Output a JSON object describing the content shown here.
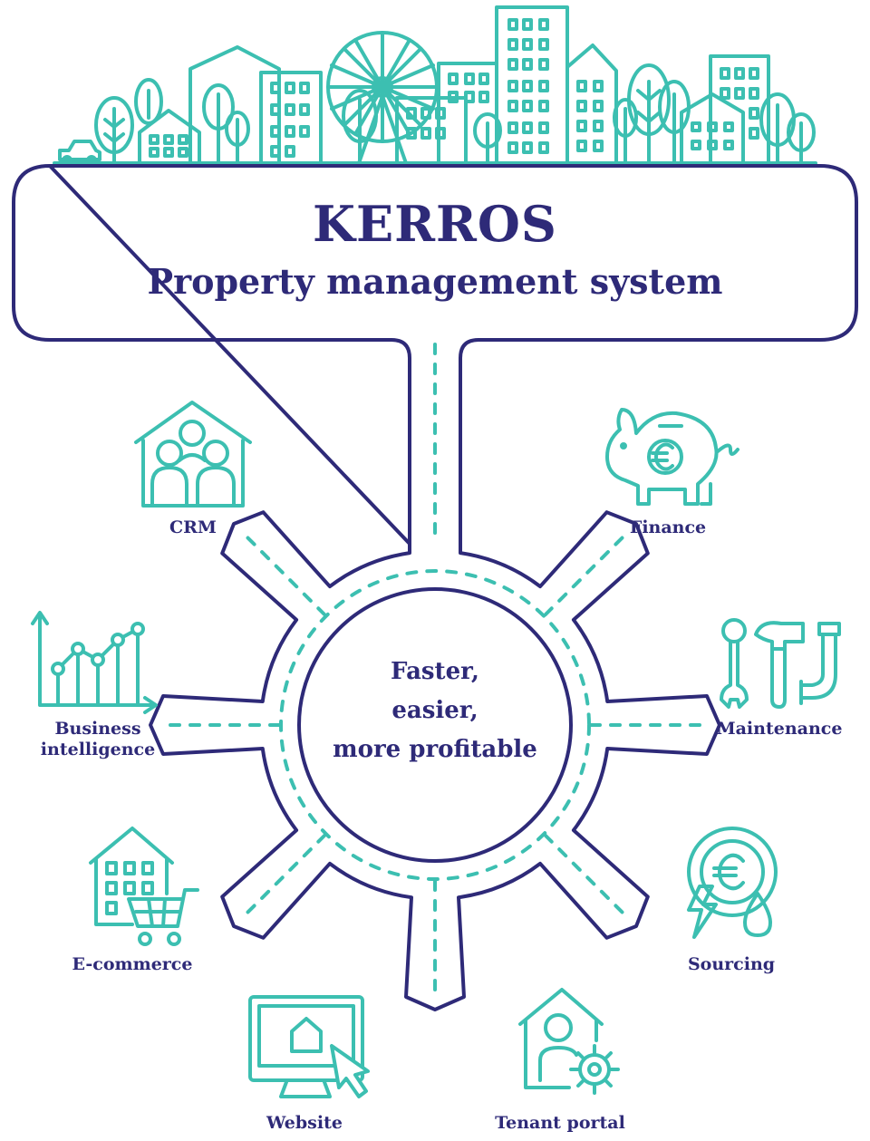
{
  "header": {
    "title": "KERROS",
    "subtitle": "Property management system"
  },
  "hub": {
    "line1": "Faster,",
    "line2": "easier,",
    "line3": "more profitable"
  },
  "modules": {
    "crm": "CRM",
    "finance": "Finance",
    "bi_line1": "Business",
    "bi_line2": "intelligence",
    "maintenance": "Maintenance",
    "ecommerce": "E-commerce",
    "sourcing": "Sourcing",
    "website": "Website",
    "tenant_portal": "Tenant portal"
  },
  "colors": {
    "navy": "#2e2a78",
    "teal": "#3cbfb1"
  },
  "icons": [
    "city-skyline-icon",
    "family-house-icon",
    "piggy-bank-euro-icon",
    "growth-chart-icon",
    "tools-icon",
    "shop-cart-icon",
    "euro-energy-icon",
    "monitor-home-icon",
    "tenant-gear-icon"
  ]
}
